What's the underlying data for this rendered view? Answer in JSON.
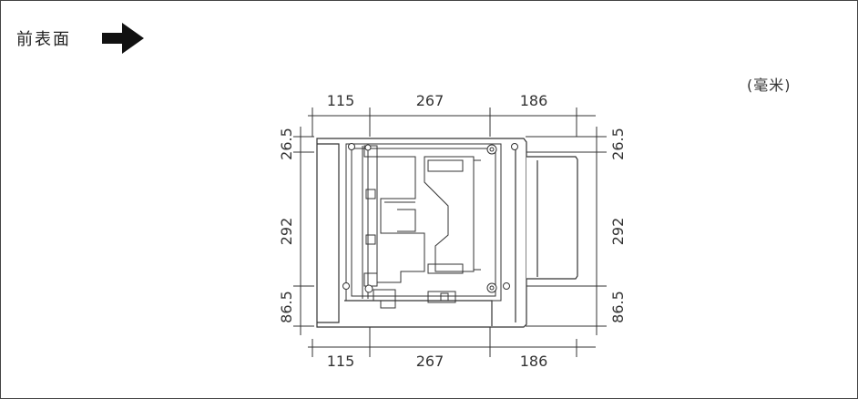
{
  "header": {
    "front_label": "前表面"
  },
  "units": {
    "label": "(毫米)"
  },
  "dimensions": {
    "top": [
      "115",
      "267",
      "186"
    ],
    "bottom": [
      "115",
      "267",
      "186"
    ],
    "left": [
      "26.5",
      "292",
      "86.5"
    ],
    "right": [
      "26.5",
      "292",
      "86.5"
    ]
  }
}
